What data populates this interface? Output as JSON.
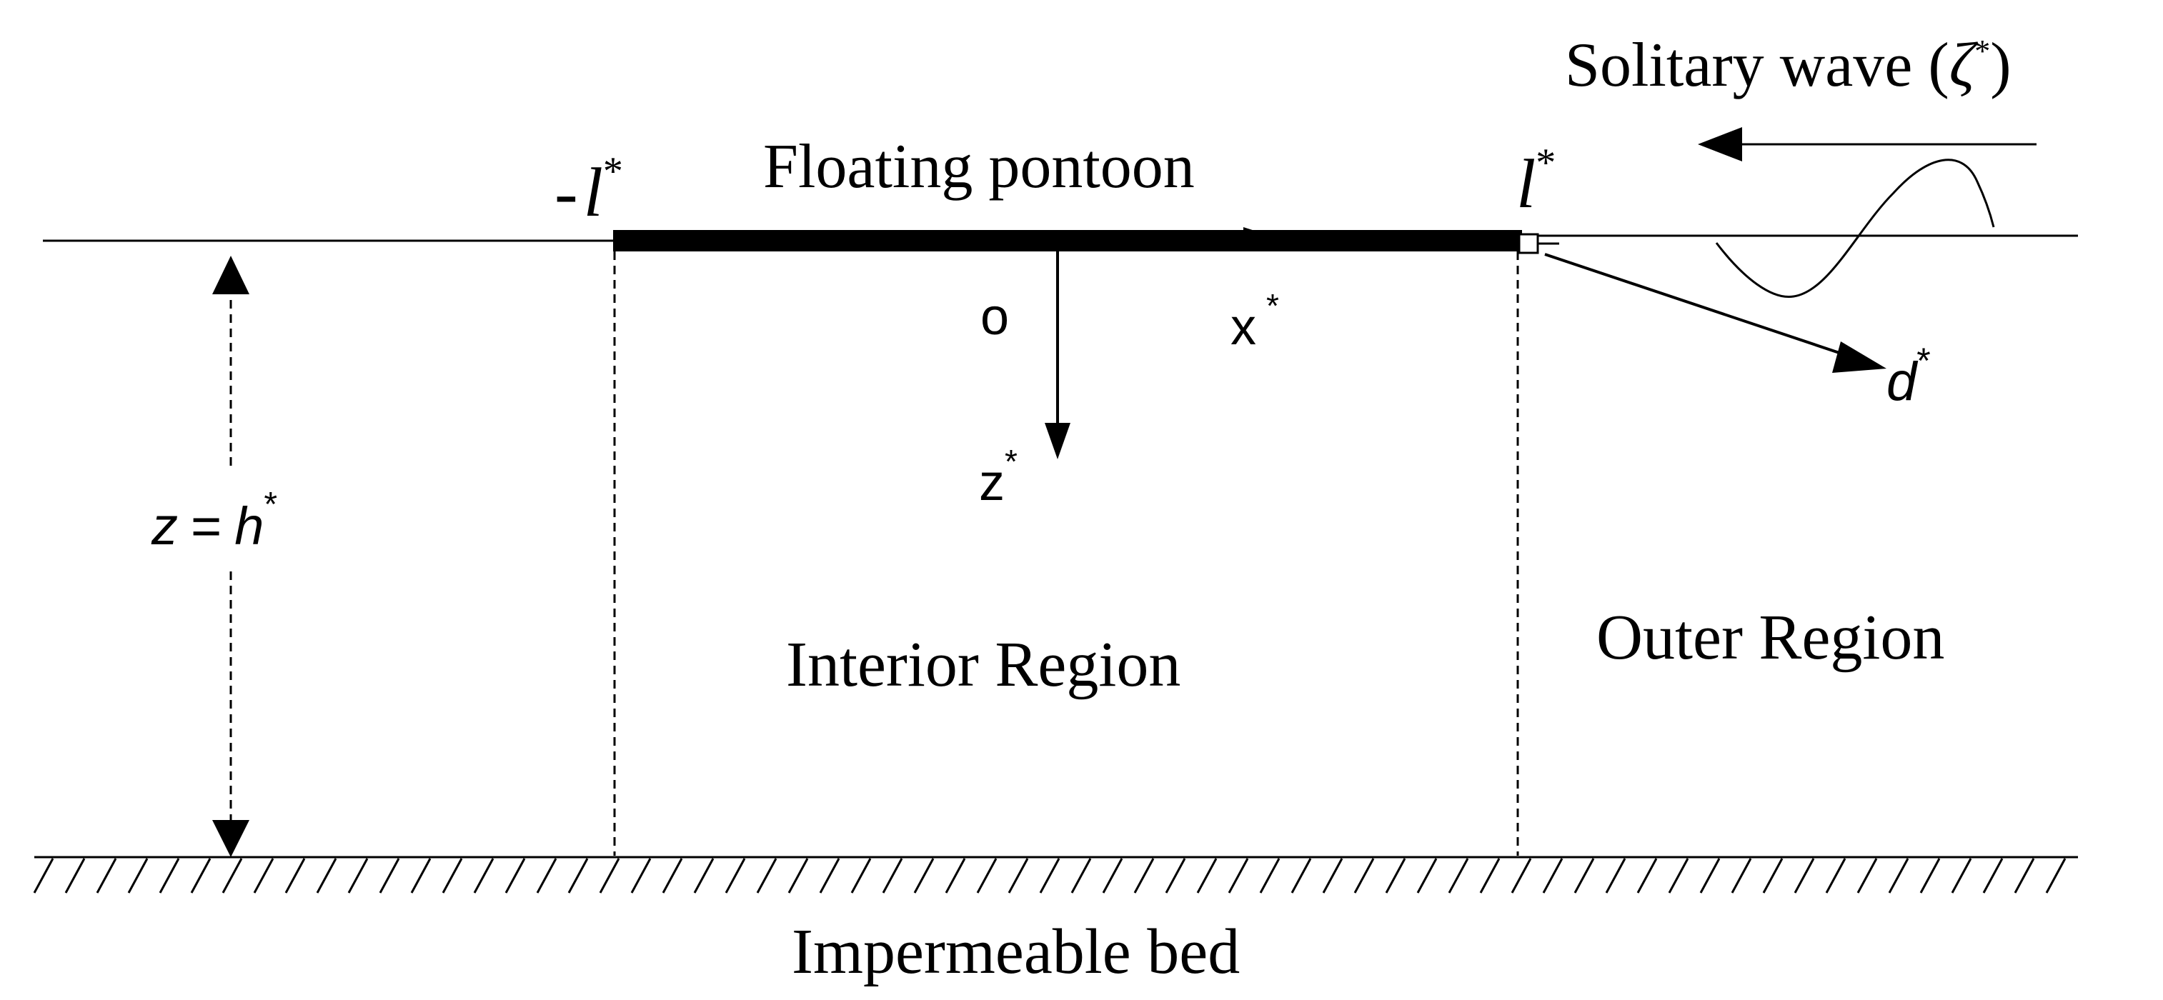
{
  "labels": {
    "solitary_wave": "Solitary wave (",
    "zeta_symbol": "ζ",
    "zeta_star": "*",
    "closing_paren": ")",
    "floating_pontoon": "Floating pontoon",
    "minus_sign": "-",
    "l_symbol": "l",
    "star": "*",
    "origin": "o",
    "x_axis": "x",
    "z_axis": "z",
    "d_symbol": "d",
    "depth_z": "z",
    "depth_equals": "=",
    "depth_h": "h",
    "interior_region": "Interior Region",
    "outer_region": "Outer Region",
    "impermeable_bed": "Impermeable bed"
  }
}
